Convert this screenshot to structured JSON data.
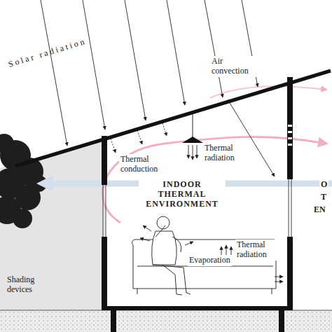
{
  "diagram": {
    "labels": [
      "Solar radiation",
      "Air convection",
      "Thermal conduction",
      "Thermal radiation",
      "INDOOR THERMAL ENVIRONMENT",
      "Thermal radiation",
      "Evaporation",
      "Shading devices",
      "O",
      "T",
      "EN"
    ]
  }
}
